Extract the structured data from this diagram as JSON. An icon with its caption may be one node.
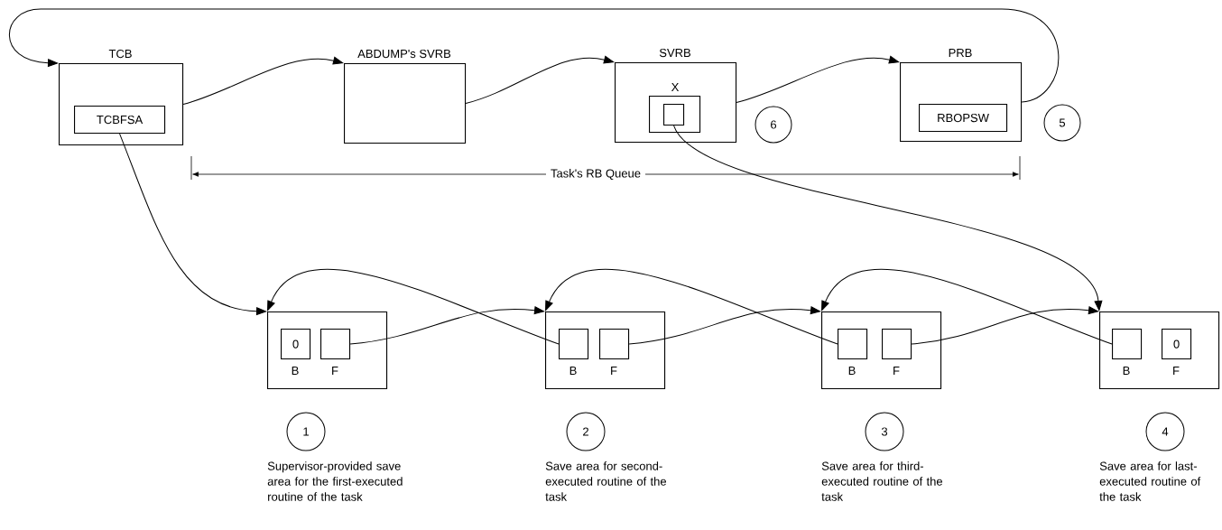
{
  "diagram": {
    "nodes": [
      {
        "text": [
          "TCB"
        ]
      },
      {
        "text": [
          "TCBFSA"
        ],
        "in": 0
      },
      {
        "text": [
          "ABDUMP's SVRB"
        ]
      },
      {
        "text": [
          "SVRB",
          "X"
        ]
      },
      {
        "text": [],
        "shape": "box",
        "in": 3
      },
      {
        "text": [],
        "shape": "box",
        "in": 4
      },
      {
        "text": [
          "PRB"
        ]
      },
      {
        "text": [
          "RBOPSW"
        ],
        "in": 6
      },
      {
        "text": [
          "6"
        ]
      },
      {
        "text": [
          "5"
        ]
      },
      {
        "text": [],
        "shape": "box"
      },
      {
        "text": [
          "0"
        ],
        "in": 10,
        "beside": [
          "B"
        ]
      },
      {
        "text": [],
        "shape": "box",
        "in": 10,
        "beside": [
          "F"
        ]
      },
      {
        "text": [],
        "shape": "box"
      },
      {
        "text": [],
        "shape": "box",
        "in": 13,
        "beside": [
          "B"
        ]
      },
      {
        "text": [],
        "shape": "box",
        "in": 13,
        "beside": [
          "F"
        ]
      },
      {
        "text": [],
        "shape": "box"
      },
      {
        "text": [],
        "shape": "box",
        "in": 16,
        "beside": [
          "B"
        ]
      },
      {
        "text": [],
        "shape": "box",
        "in": 16,
        "beside": [
          "F"
        ]
      },
      {
        "text": [],
        "shape": "box"
      },
      {
        "text": [],
        "shape": "box",
        "in": 19,
        "beside": [
          "B"
        ]
      },
      {
        "text": [
          "0"
        ],
        "in": 19,
        "beside": [
          "F"
        ]
      },
      {
        "text": [
          "1"
        ],
        "beside": [
          "Supervisor-provided save area for the first-executed routine of the task"
        ]
      },
      {
        "text": [
          "2"
        ],
        "beside": [
          "Save area for second-executed routine of the task"
        ]
      },
      {
        "text": [
          "3"
        ],
        "beside": [
          "Save area for third-executed routine of the task"
        ]
      },
      {
        "text": [
          "4"
        ],
        "beside": [
          "Save area for last-executed routine of the task"
        ]
      }
    ],
    "edges": [
      {
        "from": 6,
        "to": 0,
        "arrow": "to"
      },
      {
        "from": 0,
        "to": 2,
        "arrow": "to"
      },
      {
        "from": 2,
        "to": 3,
        "arrow": "to"
      },
      {
        "from": 3,
        "to": 6,
        "arrow": "to"
      },
      {
        "from": 1,
        "to": 10,
        "arrow": "to"
      },
      {
        "from": 5,
        "to": 19,
        "arrow": "to"
      },
      {
        "from": 12,
        "to": 13,
        "arrow": "to"
      },
      {
        "from": 15,
        "to": 16,
        "arrow": "to"
      },
      {
        "from": 18,
        "to": 19,
        "arrow": "to"
      },
      {
        "from": 14,
        "to": 10,
        "arrow": "to"
      },
      {
        "from": 17,
        "to": 13,
        "arrow": "to"
      },
      {
        "from": 20,
        "to": 16,
        "arrow": "to"
      }
    ],
    "labels": [
      "Task's RB Queue"
    ]
  }
}
